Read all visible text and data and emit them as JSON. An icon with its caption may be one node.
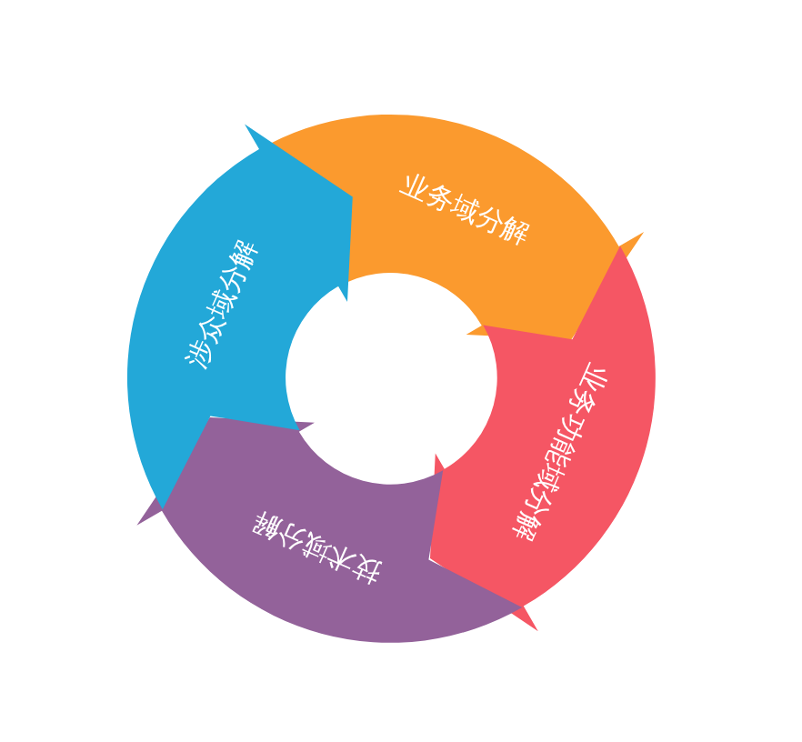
{
  "diagram": {
    "nodes": [
      {
        "text": [
          "业务域分解"
        ]
      },
      {
        "text": [
          "业务功能域分解"
        ]
      },
      {
        "text": [
          "技术域分解"
        ]
      },
      {
        "text": [
          "涉众域分解"
        ]
      }
    ]
  }
}
